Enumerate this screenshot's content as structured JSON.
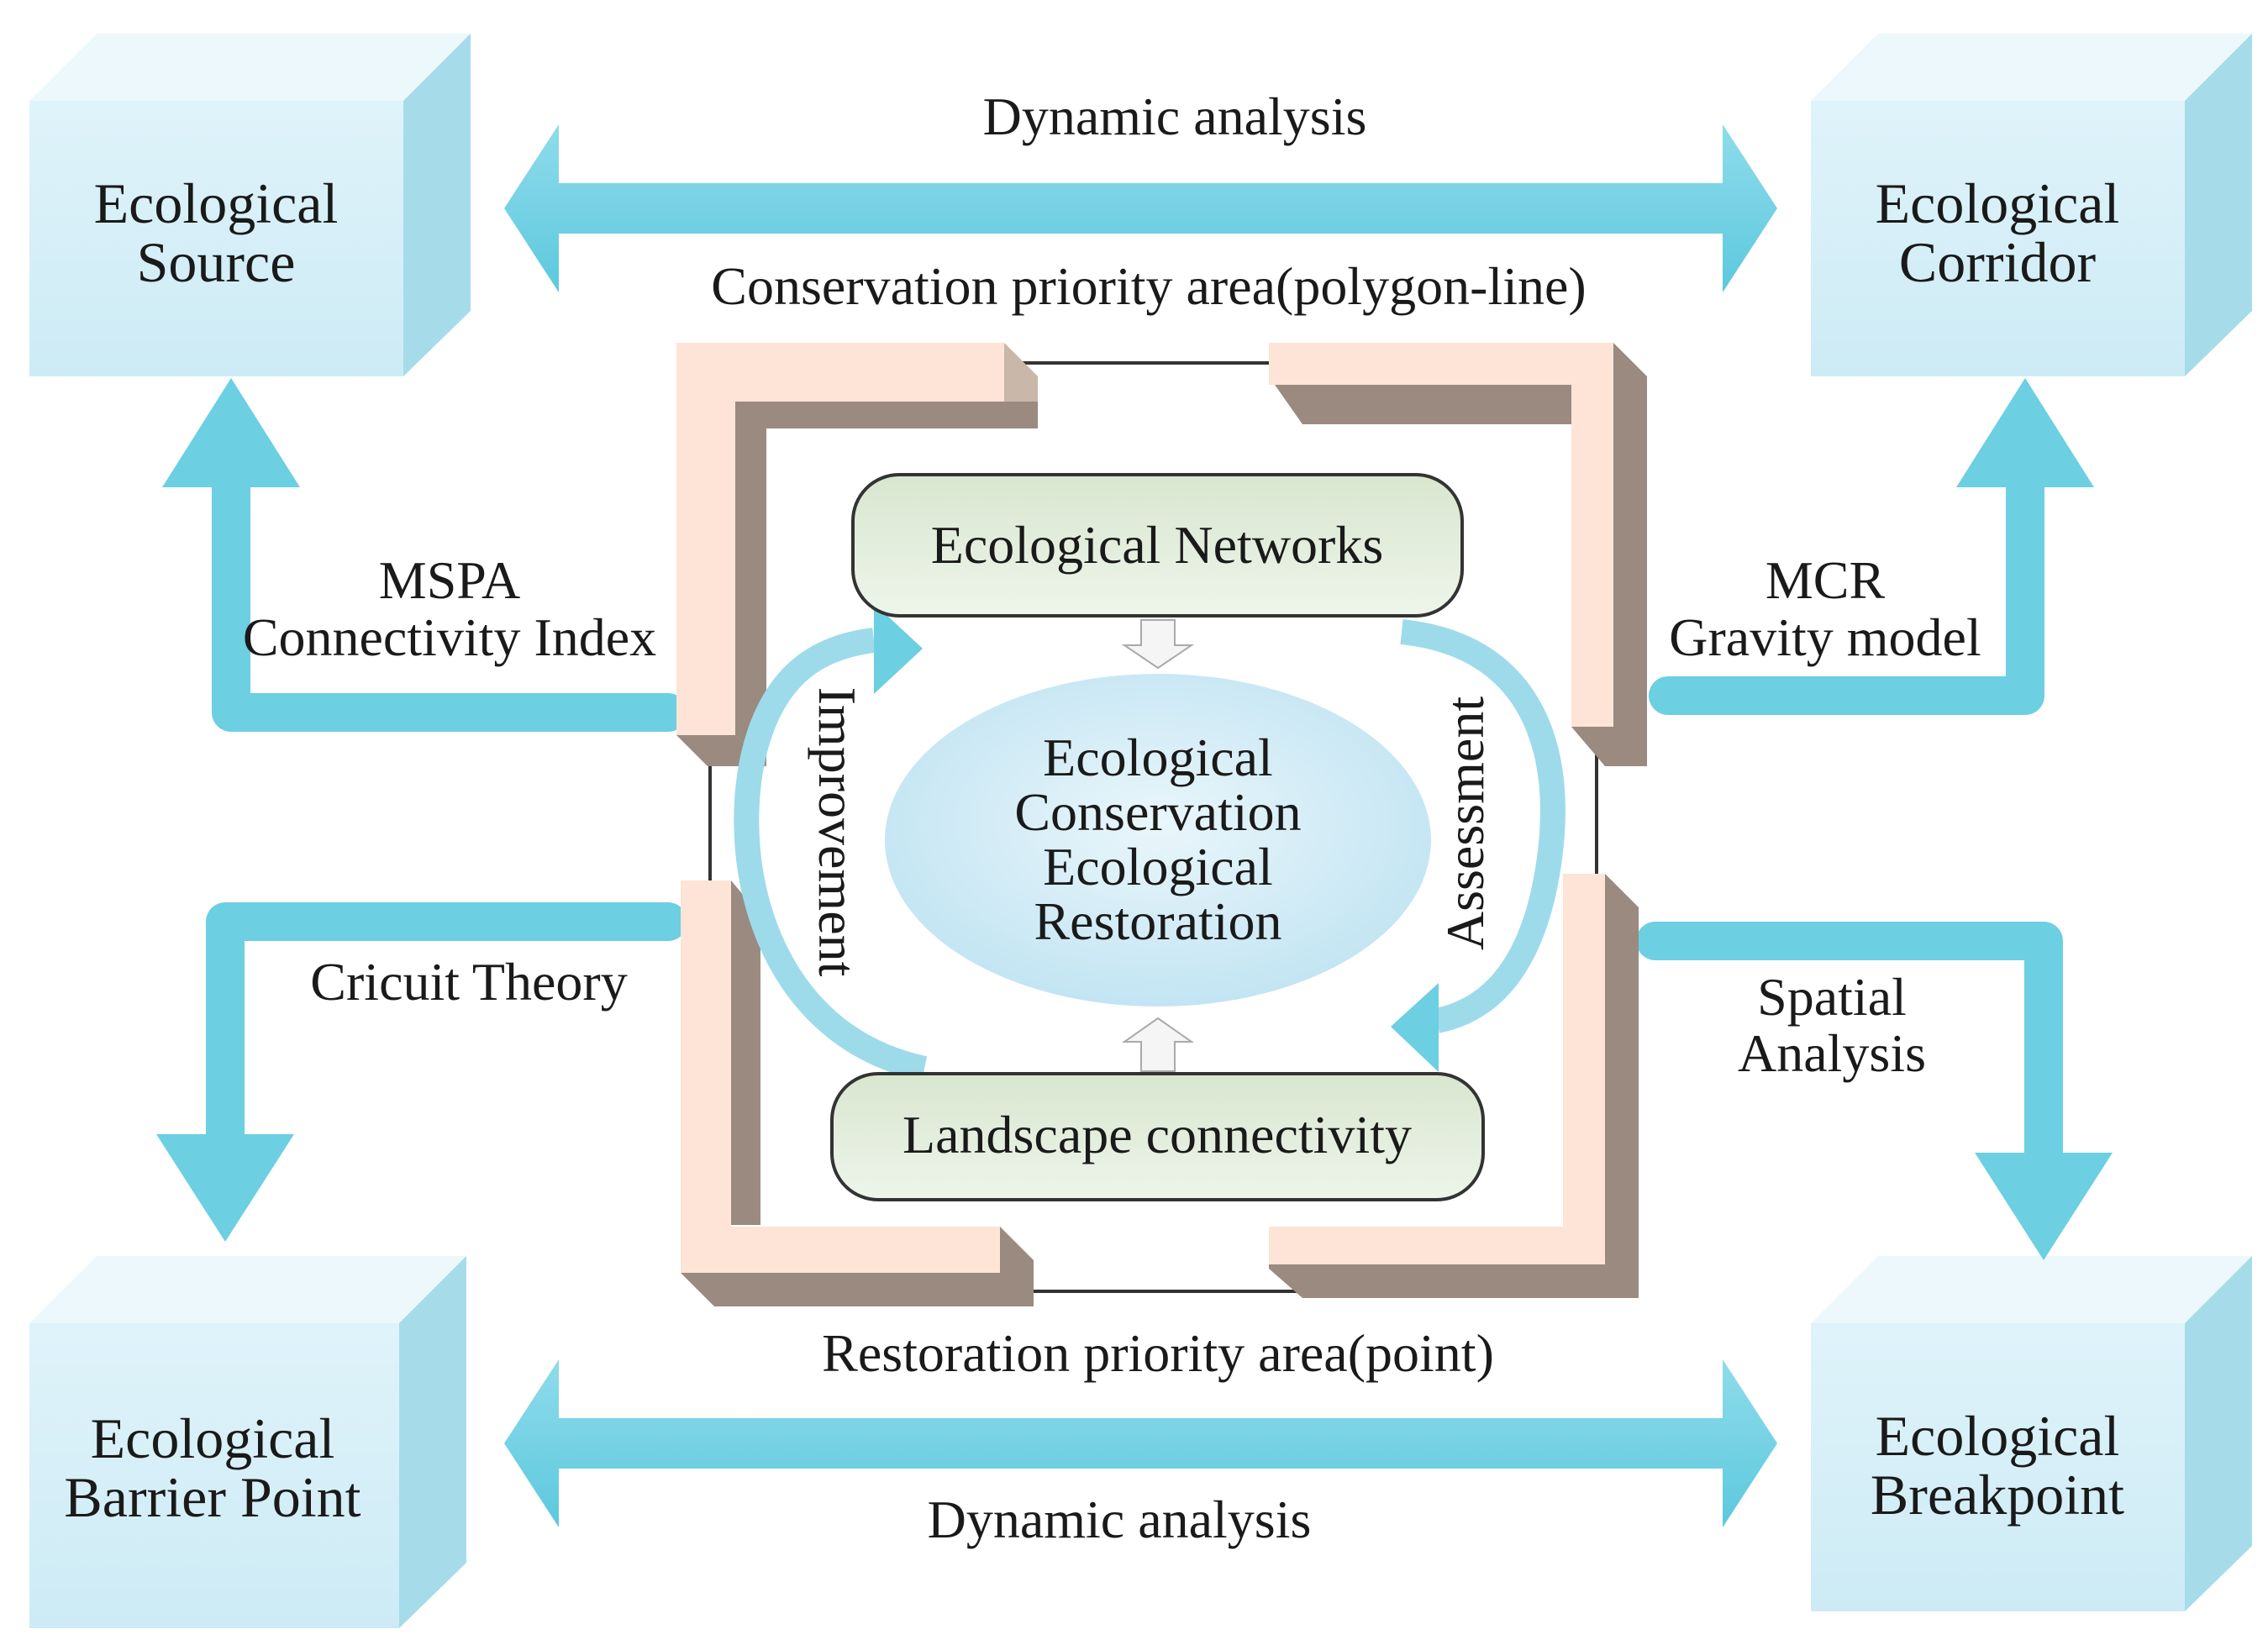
{
  "corner_boxes": {
    "top_left": {
      "line1": "Ecological",
      "line2": "Source"
    },
    "top_right": {
      "line1": "Ecological",
      "line2": "Corridor"
    },
    "bottom_left": {
      "line1": "Ecological",
      "line2": "Barrier Point"
    },
    "bottom_right": {
      "line1": "Ecological",
      "line2": "Breakpoint"
    }
  },
  "labels": {
    "top_dynamic": "Dynamic analysis",
    "bottom_dynamic": "Dynamic analysis",
    "conservation_area": "Conservation  priority area(polygon-line)",
    "restoration_area": "Restoration priority area(point)",
    "mspa": "MSPA",
    "connectivity_index": "Connectivity Index",
    "mcr": "MCR",
    "gravity_model": "Gravity model",
    "circuit_theory": "Cricuit Theory",
    "spatial": "Spatial",
    "analysis": "Analysis",
    "improvement": "Improvement",
    "assessment": "Assessment"
  },
  "center": {
    "networks": "Ecological Networks",
    "connectivity": "Landscape connectivity",
    "ellipse_line1": "Ecological",
    "ellipse_line2": "Conservation",
    "ellipse_line3": "Ecological",
    "ellipse_line4": "Restoration"
  },
  "colors": {
    "arrow": "#6ccfe2",
    "box_front": "#dbf1f8",
    "box_top": "#ecf8fc",
    "box_side": "#a6dcea",
    "bracket_face": "#fde4d6",
    "bracket_shadow": "#9a8a80",
    "pill_fill": "#e2eddd",
    "ellipse_fill": "#d4ecf6"
  }
}
